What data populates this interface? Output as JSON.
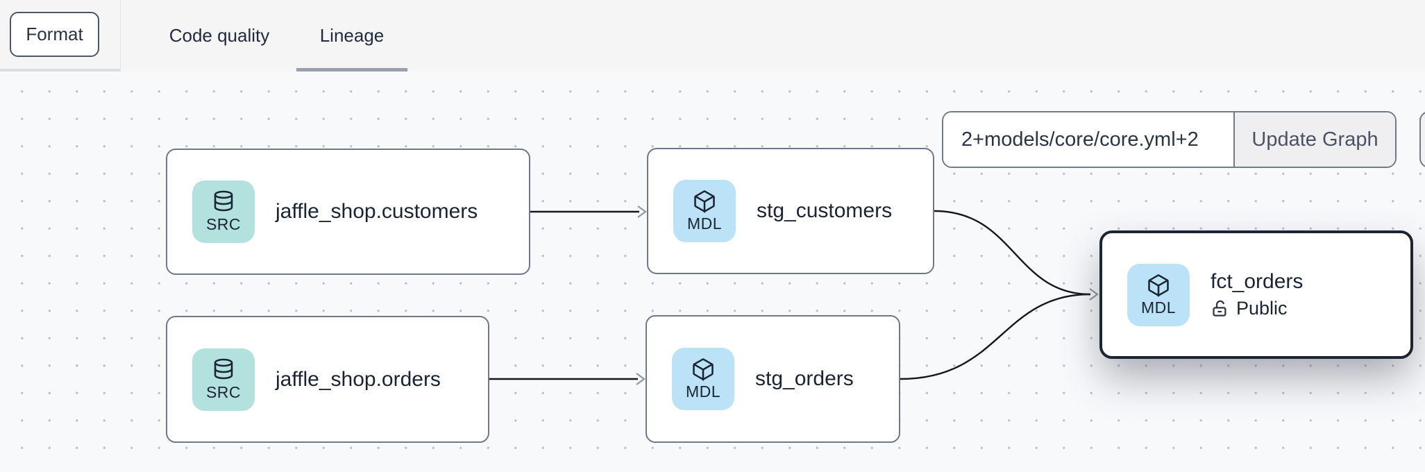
{
  "header": {
    "format_label": "Format",
    "tabs": [
      {
        "label": "Code quality",
        "active": false
      },
      {
        "label": "Lineage",
        "active": true
      }
    ]
  },
  "toolbar": {
    "selector_value": "2+models/core/core.yml+2",
    "update_button_label": "Update Graph"
  },
  "graph": {
    "nodes": [
      {
        "id": "source-jaffle-shop-customers",
        "badge": "SRC",
        "icon": "database-icon",
        "title": "jaffle_shop.customers"
      },
      {
        "id": "stg-customers",
        "badge": "MDL",
        "icon": "cube-icon",
        "title": "stg_customers"
      },
      {
        "id": "source-jaffle-shop-orders",
        "badge": "SRC",
        "icon": "database-icon",
        "title": "jaffle_shop.orders"
      },
      {
        "id": "stg-orders",
        "badge": "MDL",
        "icon": "cube-icon",
        "title": "stg_orders"
      },
      {
        "id": "fct-orders",
        "badge": "MDL",
        "icon": "cube-icon",
        "title": "fct_orders",
        "access": "Public",
        "selected": true
      }
    ],
    "edges": [
      {
        "from": "source-jaffle-shop-customers",
        "to": "stg-customers"
      },
      {
        "from": "source-jaffle-shop-orders",
        "to": "stg-orders"
      },
      {
        "from": "stg-customers",
        "to": "fct-orders"
      },
      {
        "from": "stg-orders",
        "to": "fct-orders"
      }
    ]
  },
  "colors": {
    "src_badge": "#b3e1dd",
    "mdl_badge": "#bce2f8",
    "selected_border": "#1b2433",
    "node_border": "#6f7888",
    "edge": "#14171c",
    "tab_underline": "#9aa0ab",
    "topbar_bg": "#f5f5f6",
    "canvas_bg": "#f8f9fb"
  }
}
